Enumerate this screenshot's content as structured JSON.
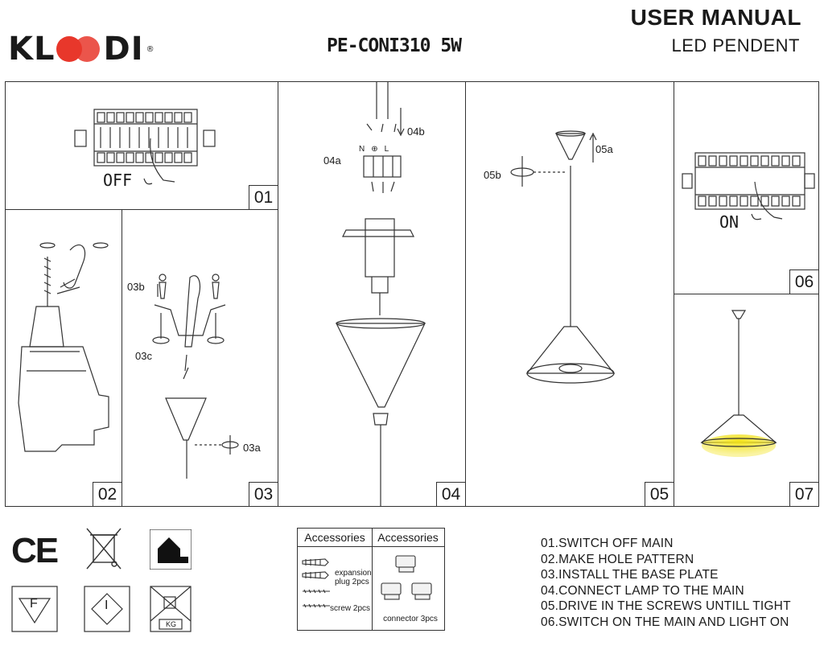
{
  "brand": {
    "prefix": "KL",
    "suffix": "DI",
    "registered": "®",
    "accent_color": "#e8372b"
  },
  "model": "PE-CONI310 5W",
  "title": {
    "main": "USER MANUAL",
    "sub": "LED PENDENT"
  },
  "panels": [
    {
      "num": "01",
      "label": "OFF"
    },
    {
      "num": "02"
    },
    {
      "num": "03",
      "callouts": [
        "03b",
        "03c",
        "03a"
      ]
    },
    {
      "num": "04",
      "callouts": [
        "04a",
        "04b"
      ],
      "terminal": [
        "N",
        "⊕",
        "L"
      ]
    },
    {
      "num": "05",
      "callouts": [
        "05a",
        "05b"
      ]
    },
    {
      "num": "06",
      "label": "ON"
    },
    {
      "num": "07"
    }
  ],
  "symbols": {
    "ce": "CE",
    "fire": "F",
    "class": "I",
    "kg": "KG"
  },
  "accessories": {
    "col1_header": "Accessories",
    "col2_header": "Accessories",
    "expansion_plug": "expansion plug 2pcs",
    "screw": "screw 2pcs",
    "connector": "connector 3pcs"
  },
  "steps": [
    "01.SWITCH OFF MAIN",
    "02.MAKE HOLE PATTERN",
    "03.INSTALL THE BASE PLATE",
    "04.CONNECT LAMP TO THE MAIN",
    "05.DRIVE IN THE SCREWS UNTILL TIGHT",
    "06.SWITCH ON THE MAIN AND LIGHT ON"
  ],
  "light_color": "#f2e21a"
}
